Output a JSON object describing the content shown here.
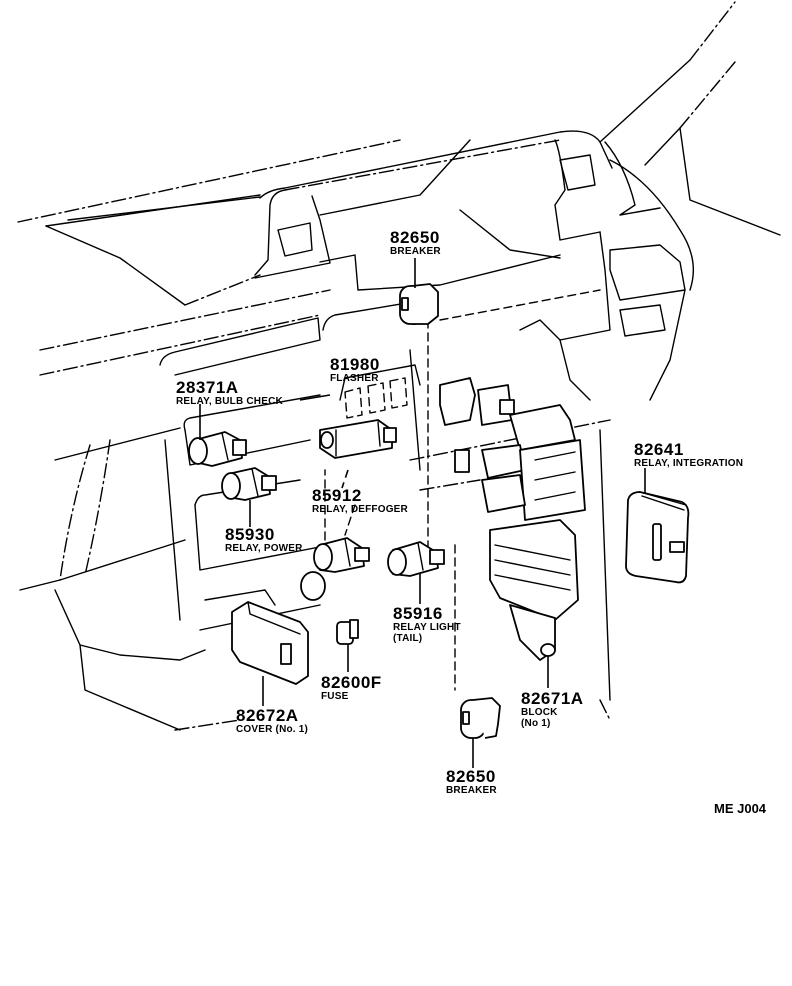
{
  "diagram": {
    "title": "Relay & fuse block location (instrument panel)",
    "reference_code": "ME J004",
    "callouts": [
      {
        "id": "breaker-top",
        "part_number": "82650",
        "description": [
          "BREAKER"
        ]
      },
      {
        "id": "flasher",
        "part_number": "81980",
        "description": [
          "FLASHER"
        ]
      },
      {
        "id": "relay-bulb-check",
        "part_number": "28371A",
        "description": [
          "RELAY, BULB CHECK"
        ]
      },
      {
        "id": "relay-integration",
        "part_number": "82641",
        "description": [
          "RELAY, INTEGRATION"
        ]
      },
      {
        "id": "relay-defogger",
        "part_number": "85912",
        "description": [
          "RELAY, DEFFOGER"
        ]
      },
      {
        "id": "relay-power",
        "part_number": "85930",
        "description": [
          "RELAY, POWER"
        ]
      },
      {
        "id": "relay-light-tail",
        "part_number": "85916",
        "description": [
          "RELAY LIGHT",
          "(TAIL)"
        ]
      },
      {
        "id": "fuse",
        "part_number": "82600F",
        "description": [
          "FUSE"
        ]
      },
      {
        "id": "cover",
        "part_number": "82672A",
        "description": [
          "COVER (No. 1)"
        ]
      },
      {
        "id": "block",
        "part_number": "82671A",
        "description": [
          "BLOCK",
          "(No  1)"
        ]
      },
      {
        "id": "breaker-bottom",
        "part_number": "82650",
        "description": [
          "BREAKER"
        ]
      }
    ]
  }
}
